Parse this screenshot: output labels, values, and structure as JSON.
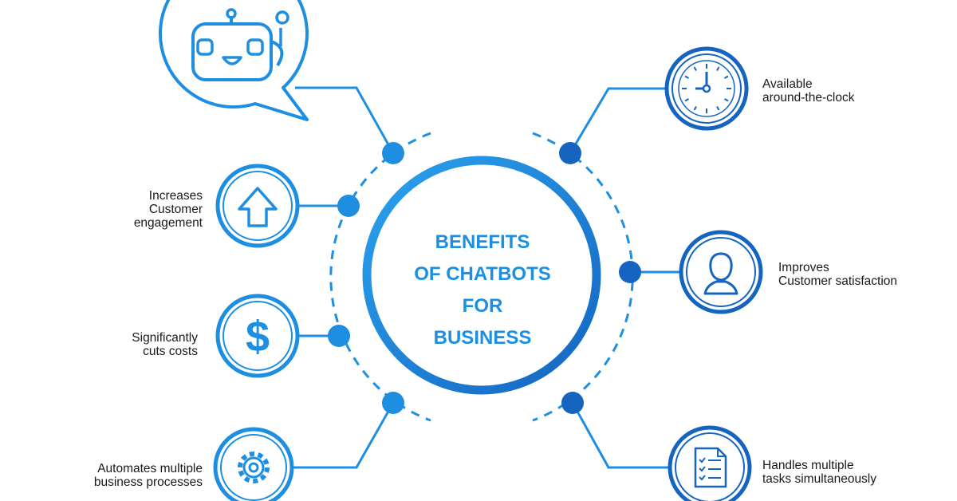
{
  "title": {
    "lines": [
      "BENEFITS",
      "OF CHATBOTS",
      "FOR",
      "BUSINESS"
    ]
  },
  "colors": {
    "primary": "#1e8fe0",
    "dark": "#1565c0",
    "text": "#1a1a1a",
    "background": "#ffffff"
  },
  "benefits": [
    {
      "side": "right",
      "icon": "clock-icon",
      "lines": [
        "Available",
        "around-the-clock"
      ]
    },
    {
      "side": "left",
      "icon": "arrow-up-icon",
      "lines": [
        "Increases",
        "Customer",
        "engagement"
      ]
    },
    {
      "side": "right",
      "icon": "user-icon",
      "lines": [
        "Improves",
        "Customer satisfaction"
      ]
    },
    {
      "side": "left",
      "icon": "dollar-icon",
      "lines": [
        "Significantly",
        "cuts costs"
      ]
    },
    {
      "side": "left",
      "icon": "gear-icon",
      "lines": [
        "Automates multiple",
        "business processes"
      ]
    },
    {
      "side": "right",
      "icon": "checklist-icon",
      "lines": [
        "Handles multiple",
        "tasks simultaneously"
      ]
    }
  ],
  "mascot": {
    "icon": "chatbot-robot-icon"
  }
}
